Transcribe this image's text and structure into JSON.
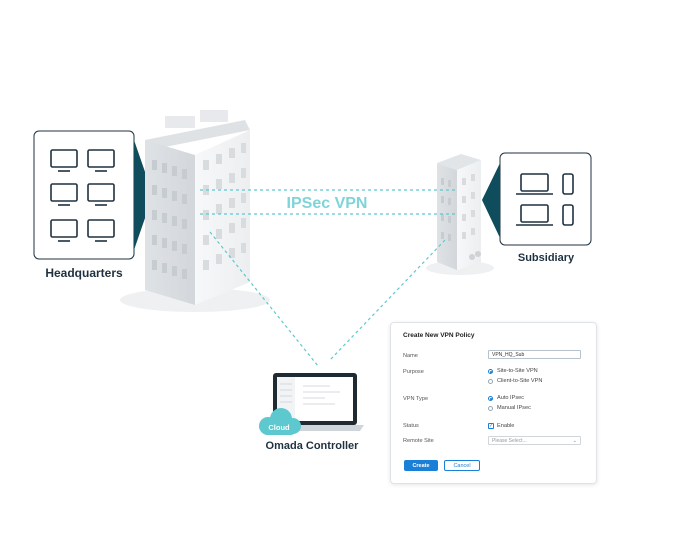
{
  "labels": {
    "vpn": "IPSec VPN",
    "headquarters": "Headquarters",
    "subsidiary": "Subsidiary",
    "controller": "Omada Controller",
    "cloud": "Cloud"
  },
  "form": {
    "title": "Create New VPN Policy",
    "name_label": "Name",
    "name_value": "VPN_HQ_Sub",
    "purpose_label": "Purpose",
    "purpose_options": [
      "Site-to-Site VPN",
      "Client-to-Site VPN"
    ],
    "purpose_selected": "Site-to-Site VPN",
    "vpn_type_label": "VPN Type",
    "vpn_type_options": [
      "Auto IPsec",
      "Manual IPsec"
    ],
    "vpn_type_selected": "Auto IPsec",
    "status_label": "Status",
    "status_option": "Enable",
    "remote_site_label": "Remote Site",
    "remote_site_placeholder": "Please Select...",
    "create_label": "Create",
    "cancel_label": "Cancel"
  },
  "colors": {
    "accent": "#1a7fd6",
    "teal": "#5ec8cf",
    "dark_navy": "#1f3140",
    "box_teal": "#0f4c5c"
  },
  "icons": {
    "hq_devices": "desktop-monitor-icon",
    "sub_devices": [
      "laptop-icon",
      "phone-icon"
    ],
    "controller": "laptop-icon",
    "cloud": "cloud-icon"
  }
}
